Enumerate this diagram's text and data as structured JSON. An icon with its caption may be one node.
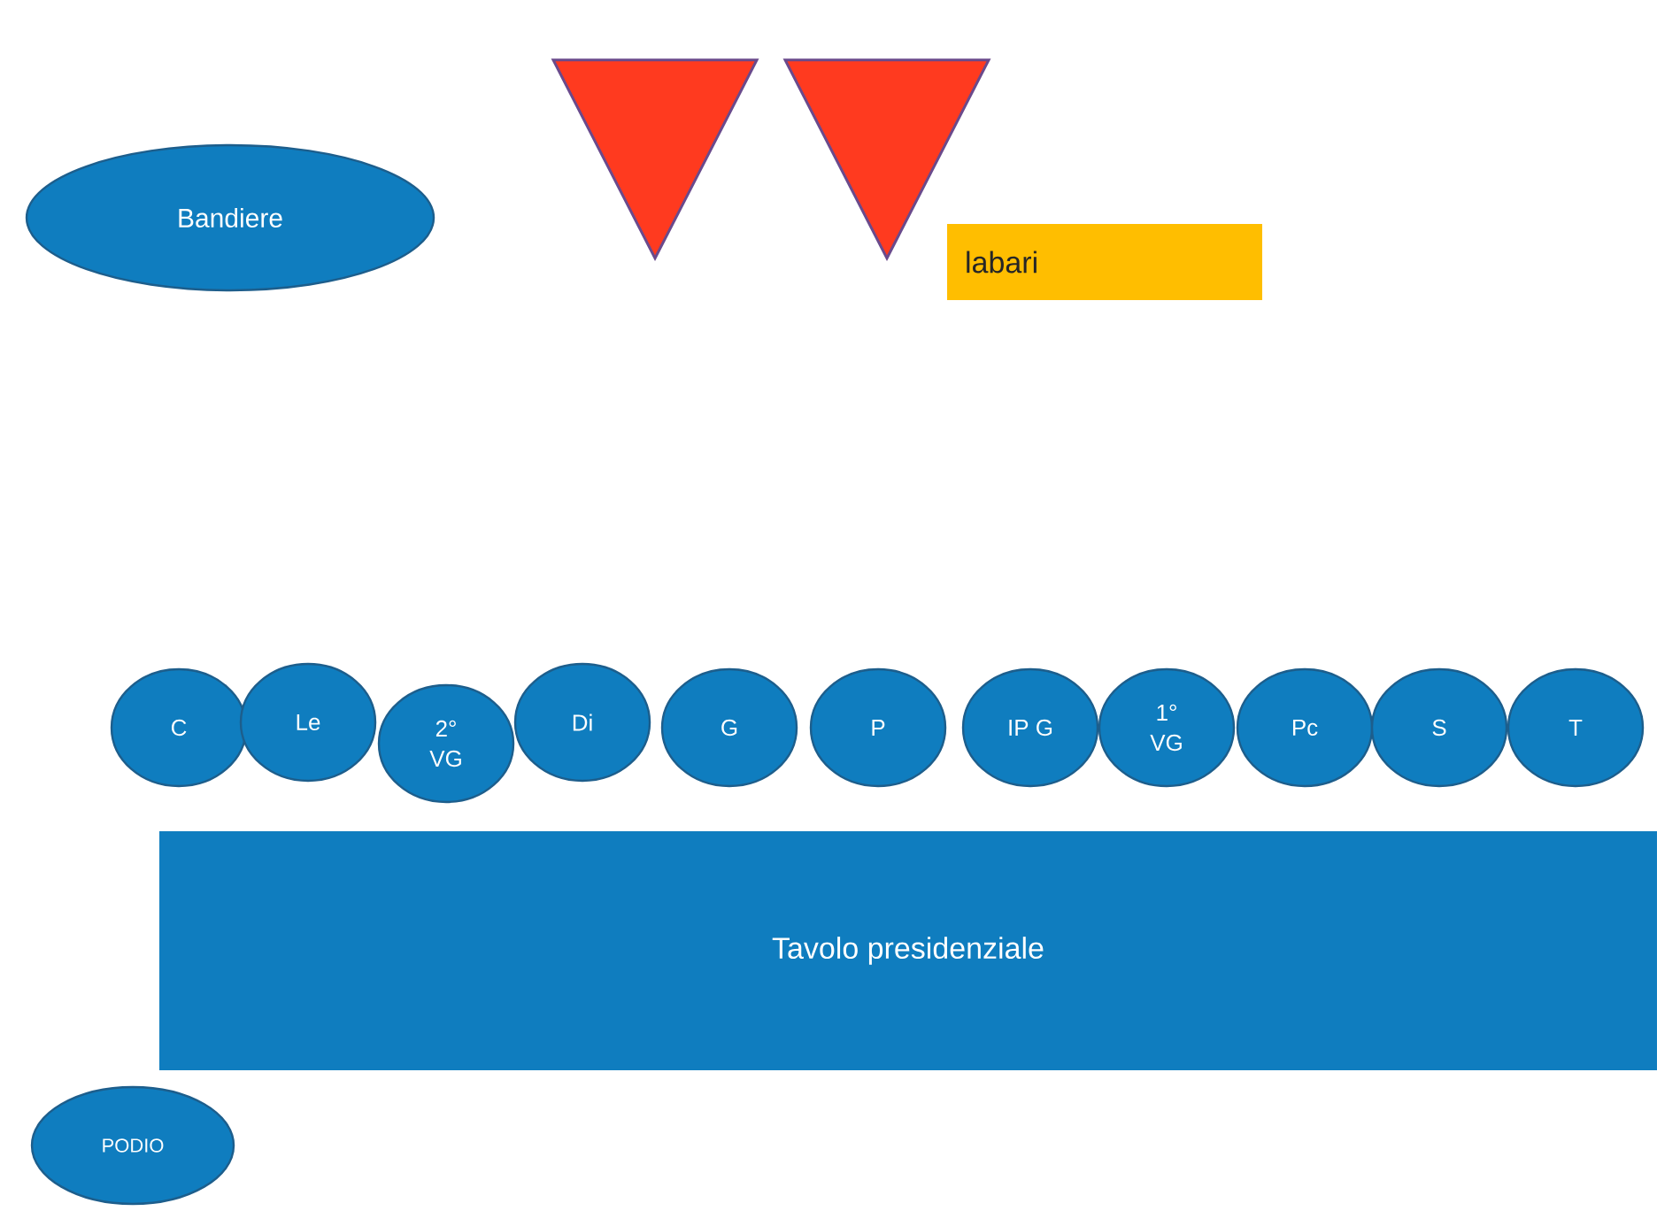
{
  "diagram": {
    "nodes": [
      {
        "text": [
          "Bandiere"
        ]
      },
      {
        "text": [],
        "shape": "triangle"
      },
      {
        "text": [],
        "shape": "triangle"
      },
      {
        "text": [
          "labari"
        ]
      },
      {
        "text": [
          "C"
        ]
      },
      {
        "text": [
          "Le"
        ]
      },
      {
        "text": [
          "2° VG"
        ]
      },
      {
        "text": [
          "Di"
        ]
      },
      {
        "text": [
          "G"
        ]
      },
      {
        "text": [
          "P"
        ]
      },
      {
        "text": [
          "IP G"
        ]
      },
      {
        "text": [
          "1° VG"
        ]
      },
      {
        "text": [
          "Pc"
        ]
      },
      {
        "text": [
          "S"
        ]
      },
      {
        "text": [
          "T"
        ]
      },
      {
        "text": [
          "Tavolo presidenziale"
        ]
      },
      {
        "text": [
          "PODIO"
        ]
      }
    ]
  }
}
